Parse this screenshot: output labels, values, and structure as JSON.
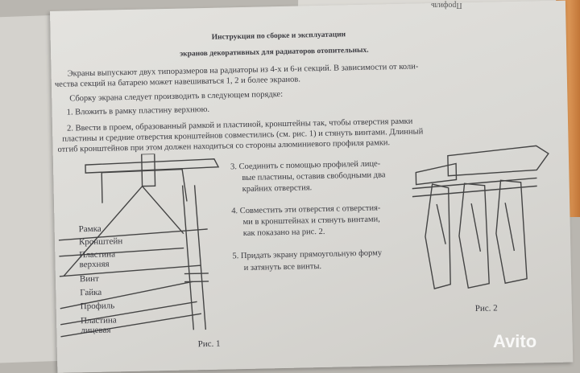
{
  "background_sheet_label": "Профиль",
  "title": [
    "Инструкция по сборке и эксплуатации",
    "экранов декоративных для радиаторов отопительных."
  ],
  "intro": [
    "Экраны выпускают двух типоразмеров на радиаторы из 4-х и 6-и секций. В зависимости от коли-",
    "чества секций на батарею может навешиваться 1,  2 и более экранов."
  ],
  "order": "Сборку экрана следует производить в следующем   порядке:",
  "step1": "1. Вложить в рамку пластину верхнюю.",
  "step2": [
    "2. Ввести в проем, образованный рамкой и пластиной, кронштейны так, чтобы  отверстия  рамки",
    "пластины и средние отверстия кронштейнов совместились  (см. рис. 1) и стянуть винтами.  Длинный",
    "отгиб кронштейнов  при этом должен находиться  со стороны  алюминиевого профиля  рамки."
  ],
  "step3": [
    "3. Соединить с помощью профилей лице-",
    "вые пластины, оставив свободными два",
    "крайних отверстия."
  ],
  "step4": [
    "4. Совместить эти отверстия с отверстия-",
    "ми в кронштейнах   и стянуть винтами,",
    "как показано на рис. 2."
  ],
  "step5": [
    "5. Придать экрану прямоугольную форму",
    "и затянуть все винты."
  ],
  "fig1_labels": [
    "Рамка",
    "Кронштейн",
    "Пластина",
    "верхняя",
    "Винт",
    "Гайка",
    "Профиль",
    "Пластина",
    "лицевая"
  ],
  "fig1_caption": "Рис. 1",
  "fig2_caption": "Рис. 2",
  "watermark": "Avito"
}
